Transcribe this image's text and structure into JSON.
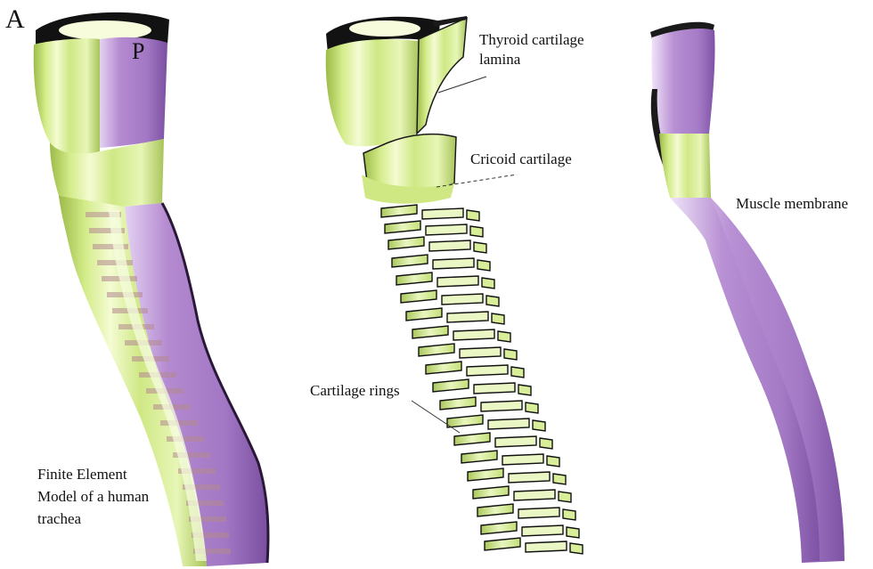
{
  "labels": {
    "anterior": "A",
    "posterior": "P",
    "thyroid_line1": "Thyroid cartilage",
    "thyroid_line2": "lamina",
    "cricoid": "Cricoid cartilage",
    "muscle": "Muscle membrane",
    "rings": "Cartilage rings",
    "model_line1": "Finite Element",
    "model_line2": "Model of a human",
    "model_line3": "trachea"
  },
  "colors": {
    "cartilage_light": "#f4fbd2",
    "cartilage": "#d4ec8a",
    "cartilage_dark": "#9cbb48",
    "muscle": "#b48ad0",
    "muscle_light": "#dcc4ee",
    "muscle_dark": "#7a4fa0",
    "edge": "#101010"
  }
}
